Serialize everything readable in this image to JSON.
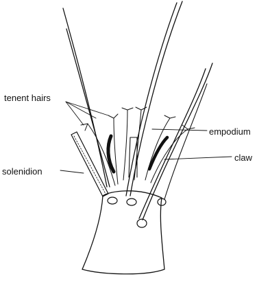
{
  "labels": {
    "tenent_hairs": "tenent hairs",
    "empodium": "empodium",
    "claw": "claw",
    "solenidion": "solenidion"
  },
  "colors": {
    "ink": "#111111",
    "background": "#ffffff"
  }
}
